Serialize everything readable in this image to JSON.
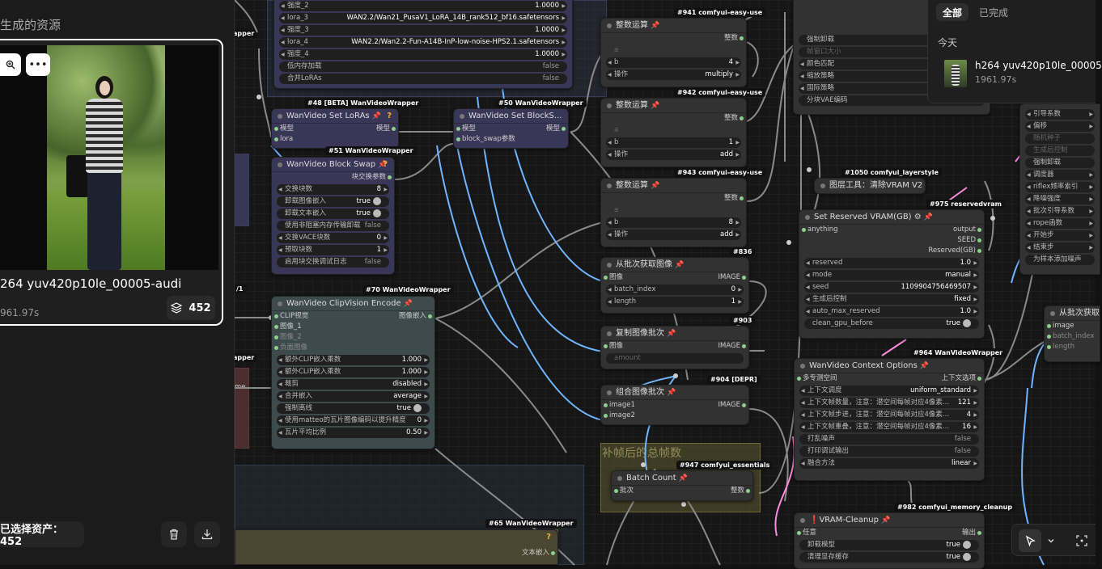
{
  "left_panel": {
    "title": "生成的资源",
    "asset": {
      "name": "264 yuv420p10le_00005-audi",
      "size": "961.97s",
      "count": "452",
      "zoom_icon": "zoom-in-icon",
      "more_icon": "more-dots-icon"
    },
    "selected_label": "已选择资产：452",
    "delete_icon": "trash-icon",
    "download_icon": "download-icon"
  },
  "queue": {
    "tab_all": "全部",
    "tab_done": "已完成",
    "section_today": "今天",
    "item_name": "h264 yuv420p10le_00005",
    "item_size": "1961.97s"
  },
  "canvas": {
    "group_title": "补帧后的总帧数",
    "lora_node": {
      "rows": [
        {
          "label": "强度_2",
          "value": "1.0000"
        },
        {
          "label": "lora_3",
          "value": "WAN2.2/Wan21_PusaV1_LoRA_14B_rank512_bf16.safetensors"
        },
        {
          "label": "强度_3",
          "value": "1.0000"
        },
        {
          "label": "lora_4",
          "value": "WAN2.2/Wan2.2-Fun-A14B-InP-low-noise-HPS2.1.safetensors"
        },
        {
          "label": "强度_4",
          "value": "1.0000"
        },
        {
          "label": "低内存加载",
          "value": "false"
        },
        {
          "label": "合并LoRAs",
          "value": "false"
        }
      ]
    },
    "set_loras": {
      "badge": "#48 [BETA] WanVideoWrapper",
      "title": "WanVideo Set LoRAs",
      "in_model": "模型",
      "in_lora": "lora",
      "out_model": "模型"
    },
    "set_blockswap": {
      "badge": "#50 WanVideoWrapper",
      "title": "WanVideo Set BlockS...",
      "in_model": "模型",
      "in_swap": "block_swap参数",
      "out_model": "模型"
    },
    "block_swap": {
      "badge": "#51 WanVideoWrapper",
      "title": "WanVideo Block Swap",
      "out": "块交换参数",
      "rows": [
        {
          "label": "交换块数",
          "value": "8"
        },
        {
          "label": "卸载图像嵌入",
          "value": "true"
        },
        {
          "label": "卸载文本嵌入",
          "value": "true"
        },
        {
          "label": "使用非阻塞内存传输卸载",
          "value": "false"
        },
        {
          "label": "交换VACE块数",
          "value": "0"
        },
        {
          "label": "预取块数",
          "value": "1"
        },
        {
          "label": "启用块交换调试日志",
          "value": "false"
        }
      ]
    },
    "clip_encode": {
      "badge": "#70 WanVideoWrapper",
      "title": "WanVideo ClipVision Encode",
      "inputs": [
        "CLIP视觉",
        "图像_1",
        "图像_2",
        "负面图像"
      ],
      "out": "图像嵌入",
      "rows": [
        {
          "label": "额外CLIP嵌入乘数",
          "value": "1.000"
        },
        {
          "label": "额外CLIP嵌入乘数",
          "value": "1.000"
        },
        {
          "label": "裁剪",
          "value": "disabled"
        },
        {
          "label": "合并嵌入",
          "value": "average"
        },
        {
          "label": "强制离线",
          "value": "true"
        },
        {
          "label": "使用matteo的瓦片图像编码以提升精度",
          "value": "0"
        },
        {
          "label": "瓦片平均比例",
          "value": "0.50"
        }
      ]
    },
    "math1": {
      "badge": "#941 comfyui-easy-use",
      "title": "整数运算",
      "out": "整数",
      "in_a": "a",
      "b_label": "b",
      "b_value": "4",
      "op_label": "操作",
      "op_value": "multiply"
    },
    "math2": {
      "badge": "#942 comfyui-easy-use",
      "title": "整数运算",
      "out": "整数",
      "in_a": "a",
      "b_label": "b",
      "b_value": "1",
      "op_label": "操作",
      "op_value": "add"
    },
    "math3": {
      "badge": "#943 comfyui-easy-use",
      "title": "整数运算",
      "out": "整数",
      "in_a": "a",
      "b_label": "b",
      "b_value": "8",
      "op_label": "操作",
      "op_value": "add"
    },
    "get_batch": {
      "badge": "#836",
      "title": "从批次获取图像",
      "in": "图像",
      "out": "IMAGE",
      "rows": [
        {
          "label": "batch_index",
          "value": "0"
        },
        {
          "label": "length",
          "value": "1"
        }
      ]
    },
    "repeat_batch": {
      "badge": "#903",
      "title": "复制图像批次",
      "in": "图像",
      "out": "IMAGE",
      "ghost": "amount"
    },
    "combine_batch": {
      "badge": "#904 [DEPR]",
      "title": "组合图像批次",
      "in1": "image1",
      "in2": "image2",
      "out": "IMAGE"
    },
    "batch_count": {
      "badge": "#947 comfyui_essentials",
      "title": "Batch Count",
      "in": "批次",
      "out": "整数"
    },
    "vram_set": {
      "badge": "#975 reservedvram",
      "title": "Set Reserved VRAM(GB)",
      "in": "anything",
      "outs": [
        "output",
        "SEED",
        "Reserved(GB)"
      ],
      "rows": [
        {
          "label": "reserved",
          "value": "1.0"
        },
        {
          "label": "mode",
          "value": "manual"
        },
        {
          "label": "seed",
          "value": "1109904756469507"
        },
        {
          "label": "生成后控制",
          "value": "fixed"
        },
        {
          "label": "auto_max_reserved",
          "value": "1.0"
        },
        {
          "label": "clean_gpu_before",
          "value": "true"
        }
      ]
    },
    "layerstyle": {
      "badge": "#1050 comfyui_layerstyle",
      "title": "图层工具：清除VRAM V2"
    },
    "decode_node": {
      "rows": [
        {
          "label": "强制卸载",
          "value": ""
        },
        {
          "label": "帧窗口大小",
          "value": ""
        },
        {
          "label": "颜色匹配",
          "value": ""
        },
        {
          "label": "缩放策略",
          "value": ""
        },
        {
          "label": "国际策略",
          "value": ""
        },
        {
          "label": "分块VAE编码",
          "value": "false"
        }
      ]
    },
    "context": {
      "badge": "#964 WanVideoWrapper",
      "title": "WanVideo Context Options",
      "in": "多专测空间",
      "out": "上下文选项",
      "rows": [
        {
          "label": "上下文调度",
          "value": "uniform_standard"
        },
        {
          "label": "上下文帧数量，注意：潜空间每帧对应4像素...",
          "value": "121"
        },
        {
          "label": "上下文帧步进，注意：潜空间每帧对应4像素...",
          "value": "4"
        },
        {
          "label": "上下文帧重叠，注意：潜空间每帧对应4像素...",
          "value": "16"
        },
        {
          "label": "打乱噪声",
          "value": "false"
        },
        {
          "label": "打印调试输出",
          "value": "false"
        },
        {
          "label": "融合方法",
          "value": "linear"
        }
      ]
    },
    "vram_cleanup": {
      "badge": "#982 comfyui_memory_cleanup",
      "title": "VRAM-Cleanup",
      "in": "任意",
      "out": "输出",
      "rows": [
        {
          "label": "卸载模型",
          "value": "true"
        },
        {
          "label": "清理显存缓存",
          "value": "true"
        }
      ]
    },
    "sampler_right": {
      "rows": [
        "引导系数",
        "偏移",
        "随机种子",
        "生成后控制",
        "强制卸载",
        "调度器",
        "riflex频率索引",
        "降噪强度",
        "批次引导系数",
        "rope函数",
        "开始步",
        "结束步",
        "为样本添加噪声"
      ]
    },
    "get_batch_right": {
      "title": "从批次获取",
      "rows": [
        "image",
        "batch_index",
        "length"
      ]
    },
    "text_node": {
      "badge": "#65 WanVideoWrapper",
      "out": "文本嵌入"
    },
    "left_fragments": {
      "badge1": "apper",
      "badge2": "/1",
      "badge3": "apper",
      "frag_label": "me"
    }
  }
}
